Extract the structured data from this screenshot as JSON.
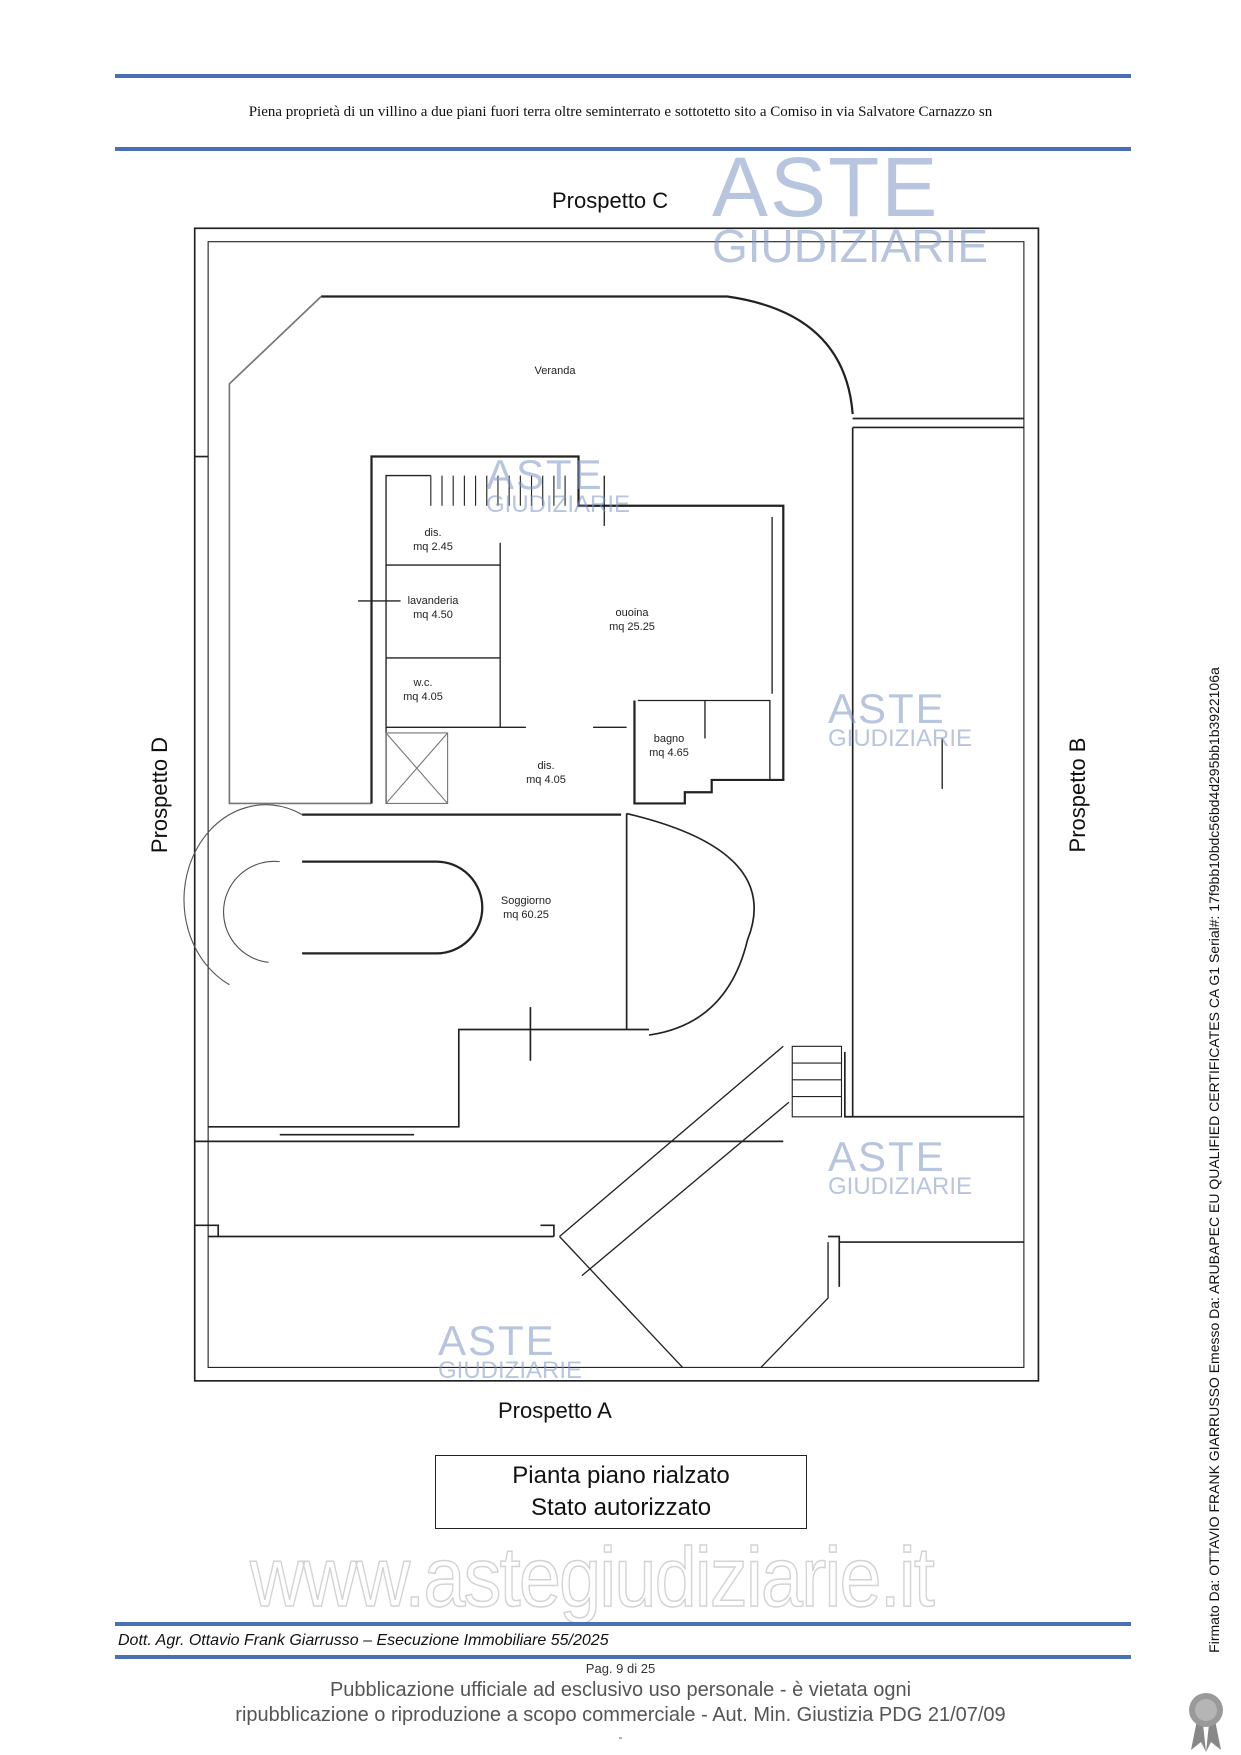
{
  "header": {
    "title": "Piena proprietà di un villino a due piani fuori terra oltre seminterrato e sottotetto sito a Comiso in via Salvatore Carnazzo sn"
  },
  "plan": {
    "elevations": {
      "top": "Prospetto C",
      "bottom": "Prospetto A",
      "left": "Prospetto D",
      "right": "Prospetto B"
    },
    "rooms": [
      {
        "name": "Veranda",
        "area": ""
      },
      {
        "name": "dis.",
        "area": "mq 2.45"
      },
      {
        "name": "lavanderia",
        "area": "mq 4.50"
      },
      {
        "name": "ouoina",
        "area": "mq 25.25"
      },
      {
        "name": "w.c.",
        "area": "mq 4.05"
      },
      {
        "name": "bagno",
        "area": "mq 4.65"
      },
      {
        "name": "dis.",
        "area": "mq 4.05"
      },
      {
        "name": "Soggiorno",
        "area": "mq 60.25"
      }
    ],
    "caption_line1": "Pianta piano rialzato",
    "caption_line2": "Stato autorizzato"
  },
  "watermark": {
    "brand_top": "ASTE",
    "brand_bottom": "GIUDIZIARIE",
    "site": "www.astegiudiziarie.it"
  },
  "footer": {
    "author": "Dott. Agr. Ottavio Frank Giarrusso – Esecuzione Immobiliare 55/2025",
    "page": "Pag. 9 di 25",
    "notice_line1": "Pubblicazione ufficiale ad esclusivo uso personale - è vietata ogni",
    "notice_line2": "ripubblicazione o riproduzione a scopo commerciale - Aut. Min. Giustizia PDG 21/07/09",
    "dash": "-"
  },
  "signature": {
    "text": "Firmato Da: OTTAVIO FRANK GIARRUSSO Emesso Da: ARUBAPEC EU QUALIFIED CERTIFICATES CA G1 Serial#: 17f9bb10bdc56bd4d295bb1b3922106a"
  },
  "colors": {
    "rule": "#4a6fb5",
    "watermark": "#7f96c6"
  }
}
